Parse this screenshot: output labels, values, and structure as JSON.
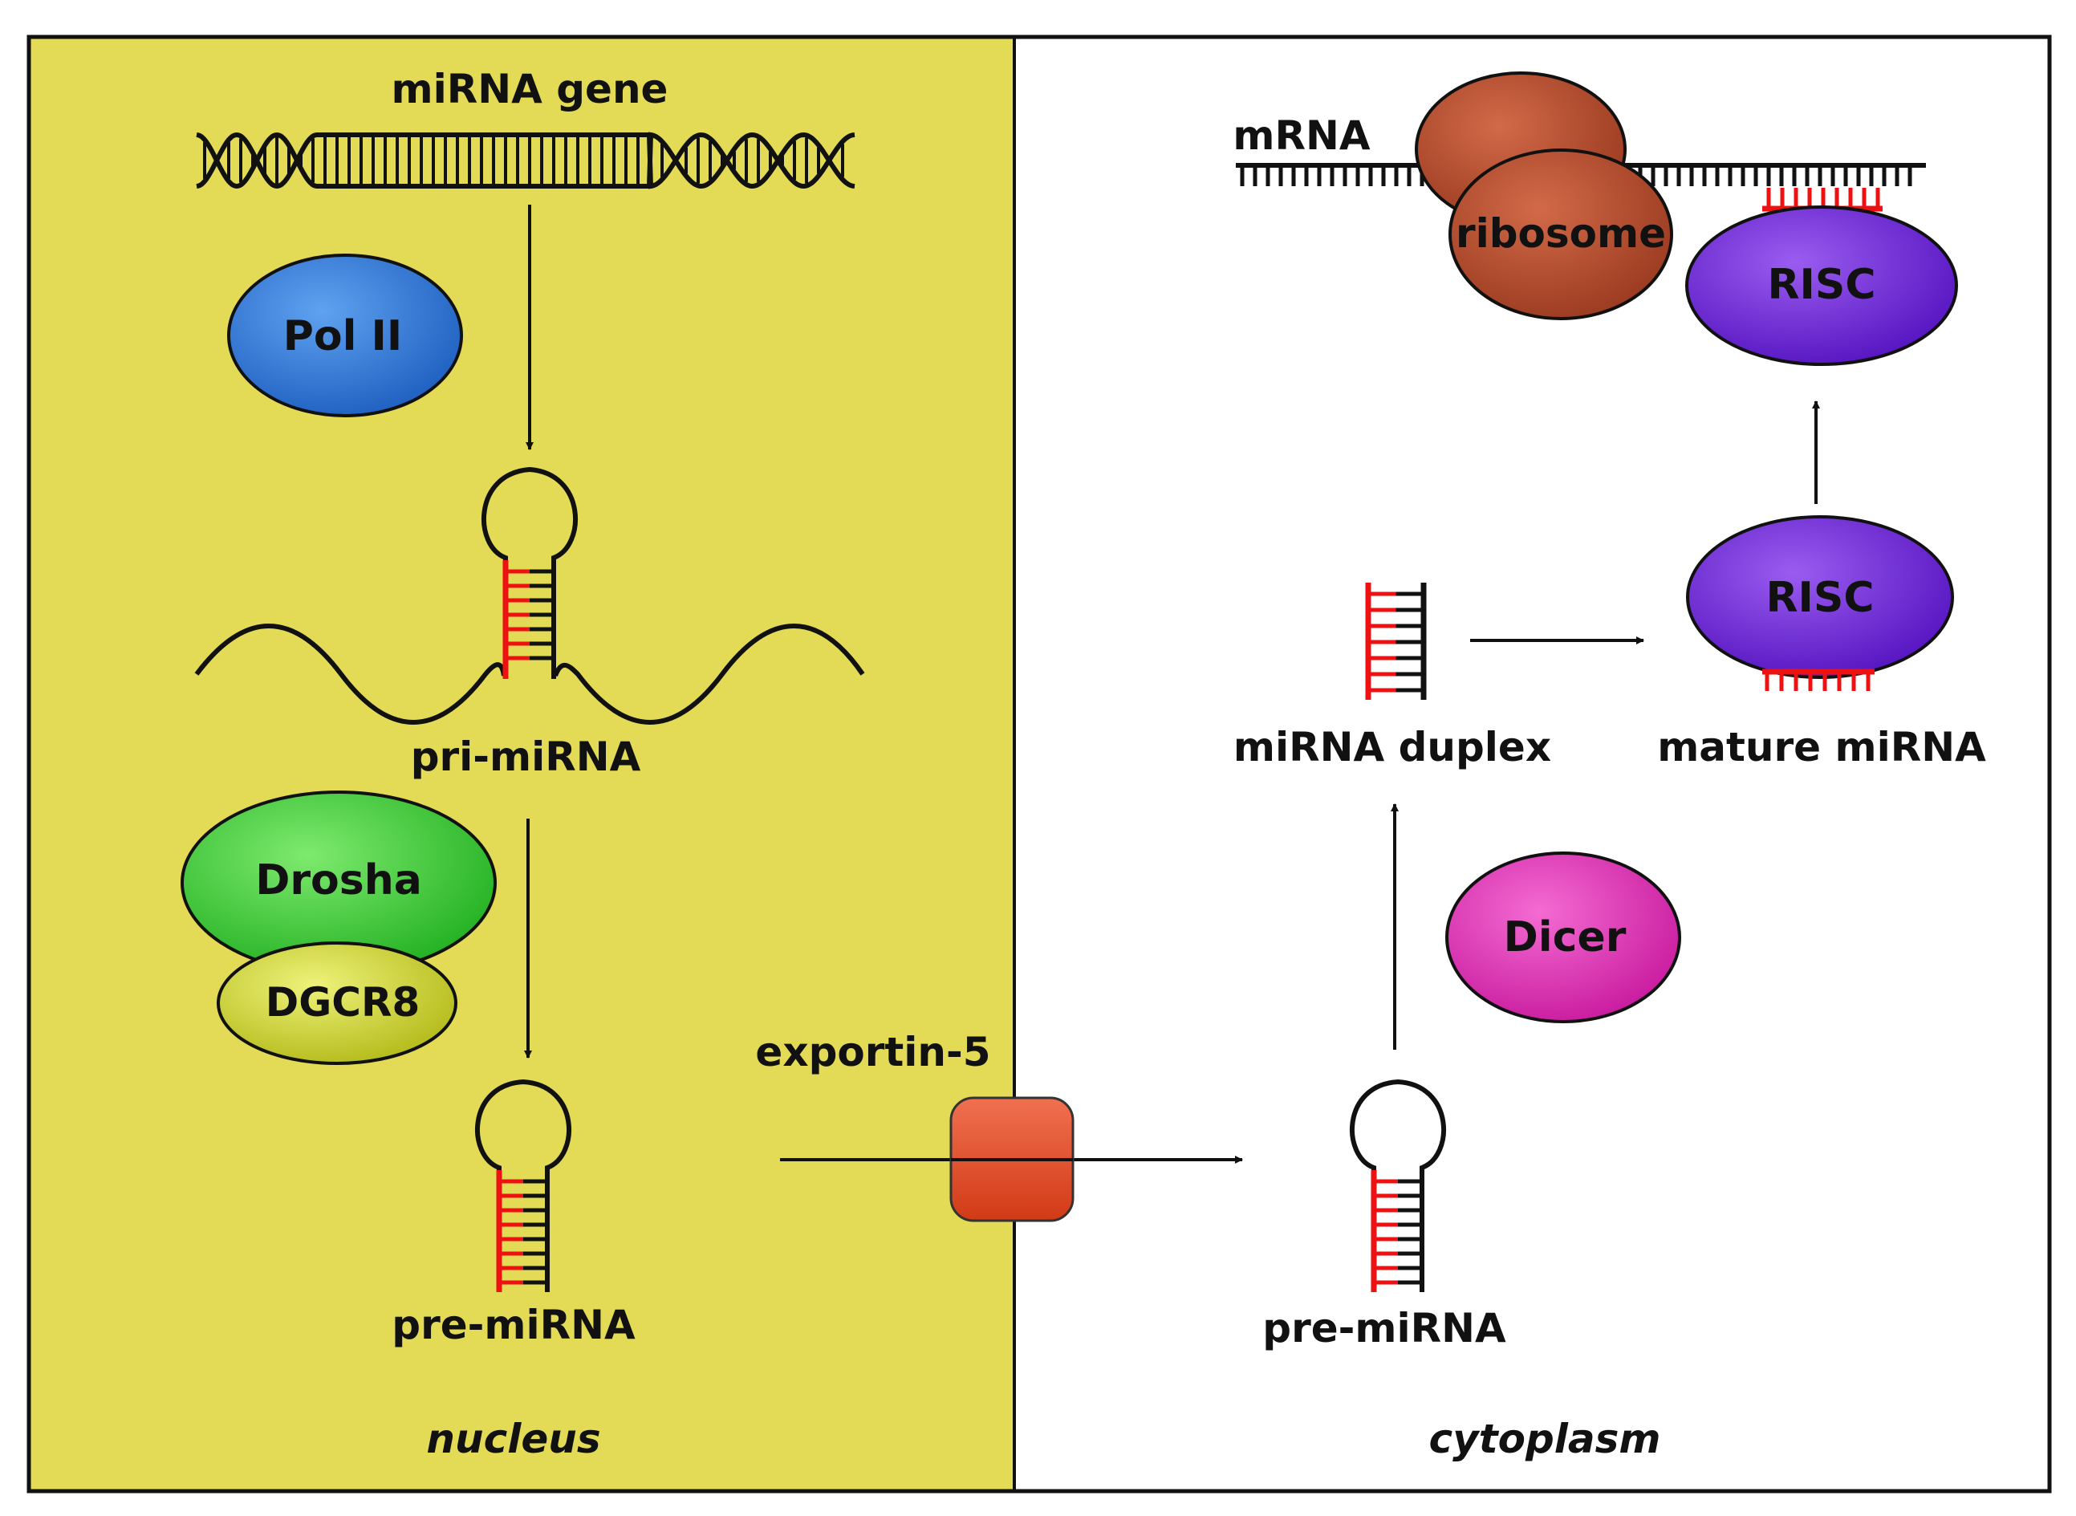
{
  "colors": {
    "nucleus": "#E3DA56",
    "cytoplasm": "#FFFFFF",
    "pol_ii": "#2A74D8",
    "drosha": "#3BCF3B",
    "dgcr8": "#C9D224",
    "dicer": "#E22FB7",
    "ribosome": "#B4462A",
    "risc": "#6B22D6",
    "exportin": "#E0441E",
    "mirna_strand": "#EE1111",
    "rna_strand": "#111111"
  },
  "compartments": {
    "nucleus": "nucleus",
    "cytoplasm": "cytoplasm"
  },
  "labels": {
    "mirna_gene": "miRNA gene",
    "pri_mirna": "pri-miRNA",
    "pre_mirna_nucleus": "pre-miRNA",
    "pre_mirna_cytoplasm": "pre-miRNA",
    "exportin": "exportin-5",
    "mirna_duplex": "miRNA duplex",
    "mature_mirna": "mature miRNA",
    "mrna": "mRNA"
  },
  "proteins": {
    "pol_ii": "Pol II",
    "drosha": "Drosha",
    "dgcr8": "DGCR8",
    "dicer": "Dicer",
    "ribosome": "ribosome",
    "risc_mature": "RISC",
    "risc_target": "RISC"
  }
}
